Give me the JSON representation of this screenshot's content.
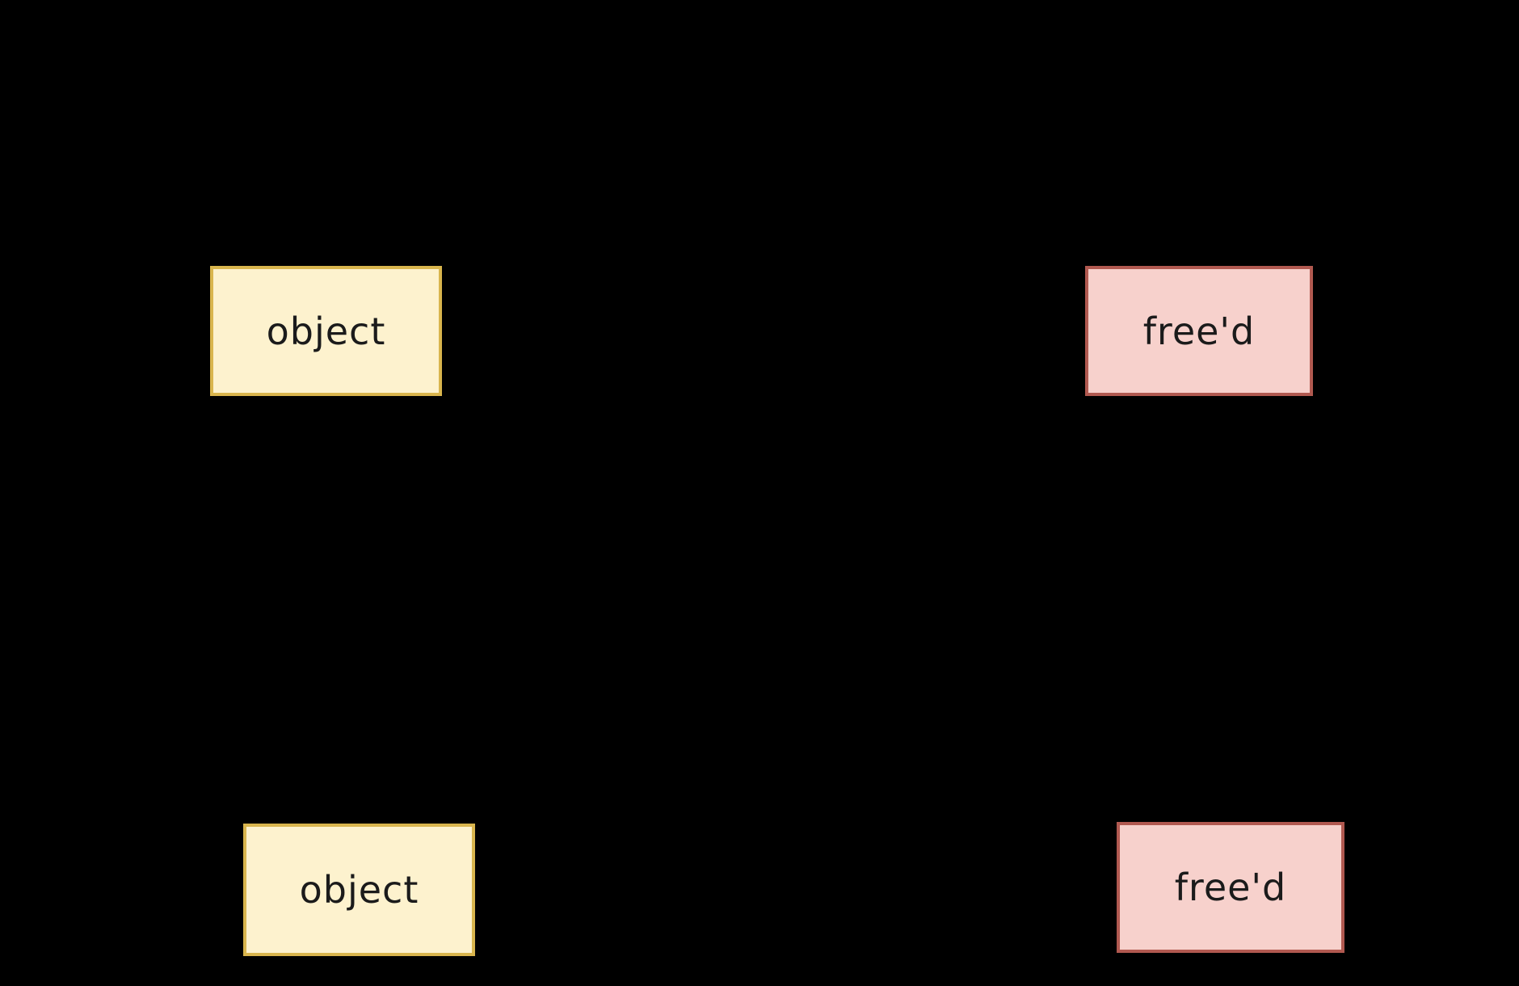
{
  "diagram": {
    "background": "#000000",
    "palette": {
      "allocated_fill": "#fdf2ce",
      "allocated_border": "#d9b54d",
      "freed_fill": "#f7d1cc",
      "freed_border": "#b15950",
      "label_text": "#1b1b1b"
    },
    "nodes": [
      {
        "id": "object-top",
        "label": "object",
        "state": "allocated",
        "position": "top-left"
      },
      {
        "id": "freed-top",
        "label": "free'd",
        "state": "freed",
        "position": "top-right"
      },
      {
        "id": "object-bottom",
        "label": "object",
        "state": "allocated",
        "position": "bottom-left"
      },
      {
        "id": "freed-bottom",
        "label": "free'd",
        "state": "freed",
        "position": "bottom-right"
      }
    ]
  }
}
